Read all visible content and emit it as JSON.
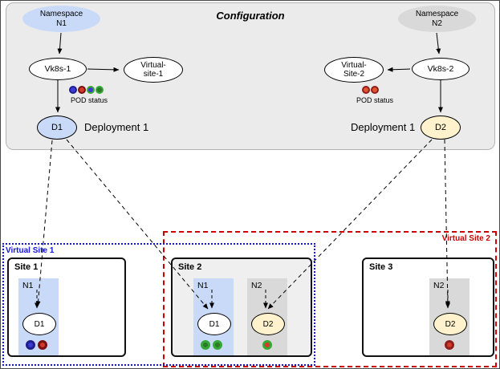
{
  "config": {
    "title": "Configuration",
    "left": {
      "namespace_line1": "Namespace",
      "namespace_line2": "N1",
      "vk8s_label": "Vk8s-1",
      "virtual_site_line1": "Virtual-",
      "virtual_site_line2": "site-1",
      "pod_status_label": "POD status",
      "deployment_node": "D1",
      "deployment_label": "Deployment 1",
      "pods": [
        {
          "name": "pod-blue",
          "ring": "#1f1f8f",
          "fill": "#3b3bd1"
        },
        {
          "name": "pod-red",
          "ring": "#7a1010",
          "fill": "#d13b2a"
        },
        {
          "name": "pod-green-blue",
          "ring": "#35a835",
          "fill": "#3b3bd1"
        },
        {
          "name": "pod-green",
          "ring": "#35a835",
          "fill": "#2a7a2a"
        }
      ]
    },
    "right": {
      "namespace_line1": "Namespace",
      "namespace_line2": "N2",
      "vk8s_label": "Vk8s-2",
      "virtual_site_line1": "Virtual-",
      "virtual_site_line2": "Site-2",
      "pod_status_label": "POD status",
      "deployment_node": "D2",
      "deployment_label": "Deployment 1",
      "pods": [
        {
          "name": "pod-red-1",
          "ring": "#8f1f1f",
          "fill": "#e0552b"
        },
        {
          "name": "pod-red-2",
          "ring": "#8f1f1f",
          "fill": "#e0552b"
        }
      ]
    }
  },
  "virtual_sites": {
    "vs1": {
      "label": "Virtual Site 1",
      "color": "#1414e0"
    },
    "vs2": {
      "label": "Virtual Site 2",
      "color": "#cc0000"
    }
  },
  "sites": [
    {
      "title": "Site 1",
      "namespaces": [
        {
          "name": "N1",
          "node": "D1",
          "pods": [
            {
              "ring": "#1f1f8f",
              "fill": "#3b3bd1"
            },
            {
              "ring": "#7a1010",
              "fill": "#d13b2a"
            }
          ]
        }
      ]
    },
    {
      "title": "Site 2",
      "namespaces": [
        {
          "name": "N1",
          "node": "D1",
          "pods": [
            {
              "ring": "#35a835",
              "fill": "#2a7a2a"
            },
            {
              "ring": "#35a835",
              "fill": "#2a7a2a"
            }
          ]
        },
        {
          "name": "N2",
          "node": "D2",
          "pods": [
            {
              "ring": "#35a835",
              "fill": "#d13b2a"
            }
          ]
        }
      ]
    },
    {
      "title": "Site 3",
      "namespaces": [
        {
          "name": "N2",
          "node": "D2",
          "pods": [
            {
              "ring": "#8f1f1f",
              "fill": "#d13b2a"
            }
          ]
        }
      ]
    }
  ],
  "colors": {
    "config_bg": "#ebebeb",
    "namespace_n1_fill": "#c9daf8",
    "namespace_n2_fill": "#d9d9d9",
    "deployment_d1_fill": "#c9daf8",
    "deployment_d2_fill": "#fff2cc",
    "site2_bg": "#efefef",
    "virtual_site1_color": "#1414e0",
    "virtual_site2_color": "#cc0000"
  }
}
